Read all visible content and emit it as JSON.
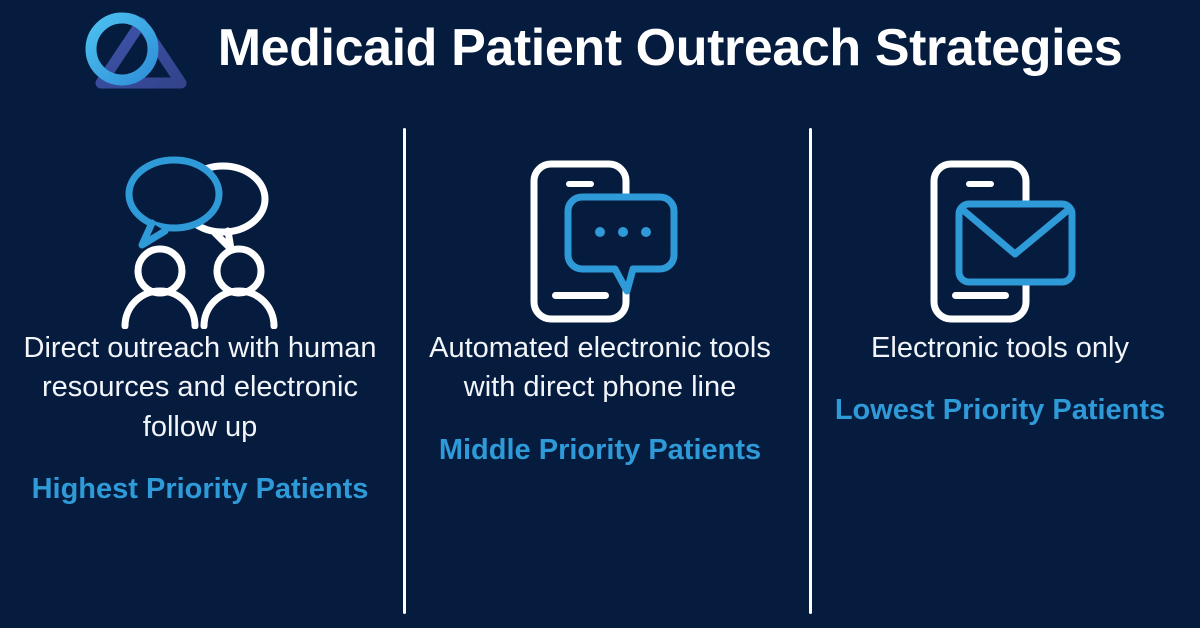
{
  "header": {
    "title": "Medicaid Patient Outreach Strategies",
    "logo_name": "circle-triangle-logo",
    "logo_circle_color": "#43b0e8",
    "logo_triangle_color": "#3b4c9b"
  },
  "theme": {
    "background": "#061c3f",
    "text_white": "#f2f5f9",
    "accent_blue": "#2e9ad8",
    "icon_white": "#ffffff",
    "icon_blue": "#2e9ad8",
    "divider_color": "#ffffff"
  },
  "columns": [
    {
      "icon": "two-people-speech-bubbles-icon",
      "description": "Direct outreach with human resources and electronic follow up",
      "priority": "Highest Priority Patients"
    },
    {
      "icon": "phone-chat-bubble-icon",
      "description": "Automated electronic tools with direct phone line",
      "priority": "Middle Priority Patients"
    },
    {
      "icon": "phone-envelope-icon",
      "description": "Electronic tools only",
      "priority": "Lowest Priority Patients"
    }
  ]
}
